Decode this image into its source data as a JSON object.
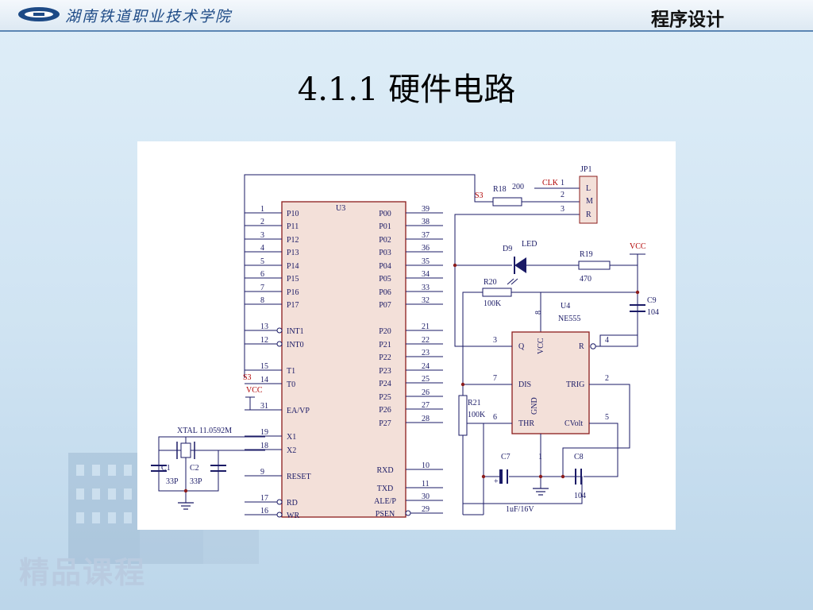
{
  "header": {
    "school": "湖南铁道职业技术学院",
    "course": "程序设计"
  },
  "page_title": "4.1.1   硬件电路",
  "watermark": "精品课程",
  "schematic": {
    "mcu": {
      "ref": "U3",
      "left_pins": [
        {
          "num": "1",
          "name": "P10"
        },
        {
          "num": "2",
          "name": "P11"
        },
        {
          "num": "3",
          "name": "P12"
        },
        {
          "num": "4",
          "name": "P13"
        },
        {
          "num": "5",
          "name": "P14"
        },
        {
          "num": "6",
          "name": "P15"
        },
        {
          "num": "7",
          "name": "P16"
        },
        {
          "num": "8",
          "name": "P17"
        },
        {
          "num": "13",
          "name": "INT1"
        },
        {
          "num": "12",
          "name": "INT0"
        },
        {
          "num": "15",
          "name": "T1"
        },
        {
          "num": "14",
          "name": "T0"
        },
        {
          "num": "31",
          "name": "EA/VP"
        },
        {
          "num": "19",
          "name": "X1"
        },
        {
          "num": "18",
          "name": "X2"
        },
        {
          "num": "9",
          "name": "RESET"
        },
        {
          "num": "17",
          "name": "RD"
        },
        {
          "num": "16",
          "name": "WR"
        }
      ],
      "right_pins": [
        {
          "num": "39",
          "name": "P00"
        },
        {
          "num": "38",
          "name": "P01"
        },
        {
          "num": "37",
          "name": "P02"
        },
        {
          "num": "36",
          "name": "P03"
        },
        {
          "num": "35",
          "name": "P04"
        },
        {
          "num": "34",
          "name": "P05"
        },
        {
          "num": "33",
          "name": "P06"
        },
        {
          "num": "32",
          "name": "P07"
        },
        {
          "num": "21",
          "name": "P20"
        },
        {
          "num": "22",
          "name": "P21"
        },
        {
          "num": "23",
          "name": "P22"
        },
        {
          "num": "24",
          "name": "P23"
        },
        {
          "num": "25",
          "name": "P24"
        },
        {
          "num": "26",
          "name": "P25"
        },
        {
          "num": "27",
          "name": "P26"
        },
        {
          "num": "28",
          "name": "P27"
        },
        {
          "num": "10",
          "name": "RXD"
        },
        {
          "num": "11",
          "name": "TXD"
        },
        {
          "num": "30",
          "name": "ALE/P"
        },
        {
          "num": "29",
          "name": "PSEN"
        }
      ]
    },
    "labels": {
      "s3_top": "S3",
      "s3_left": "S3",
      "vcc_left": "VCC",
      "vcc_right": "VCC",
      "xtal": "XTAL  11.0592M",
      "c1": "C1",
      "c2": "C2",
      "c1_val": "33P",
      "c2_val": "33P",
      "jp1": "JP1",
      "clk": "CLK",
      "jp_p1": "1",
      "jp_p2": "2",
      "jp_p3": "3",
      "jp_l": "L",
      "jp_m": "M",
      "jp_r": "R",
      "r18": "R18",
      "r18_val": "200",
      "d9": "D9",
      "led": "LED",
      "r19": "R19",
      "r19_val": "470",
      "r20": "R20",
      "r20_val": "100K",
      "c9": "C9",
      "c9_val": "104",
      "u4": "U4",
      "u4_type": "NE555",
      "pin8": "8",
      "q": "Q",
      "vcc555": "VCC",
      "r_pin": "R",
      "dis": "DIS",
      "trig": "TRIG",
      "gnd555": "GND",
      "thr": "THR",
      "cvolt": "CVolt",
      "p3": "3",
      "p4": "4",
      "p7": "7",
      "p2": "2",
      "p6": "6",
      "p5": "5",
      "p1": "1",
      "r21": "R21",
      "r21_val": "100K",
      "c7": "C7",
      "c8": "C8",
      "c8_val": "104",
      "c7_val": "1uF/16V",
      "plus": "+"
    }
  }
}
